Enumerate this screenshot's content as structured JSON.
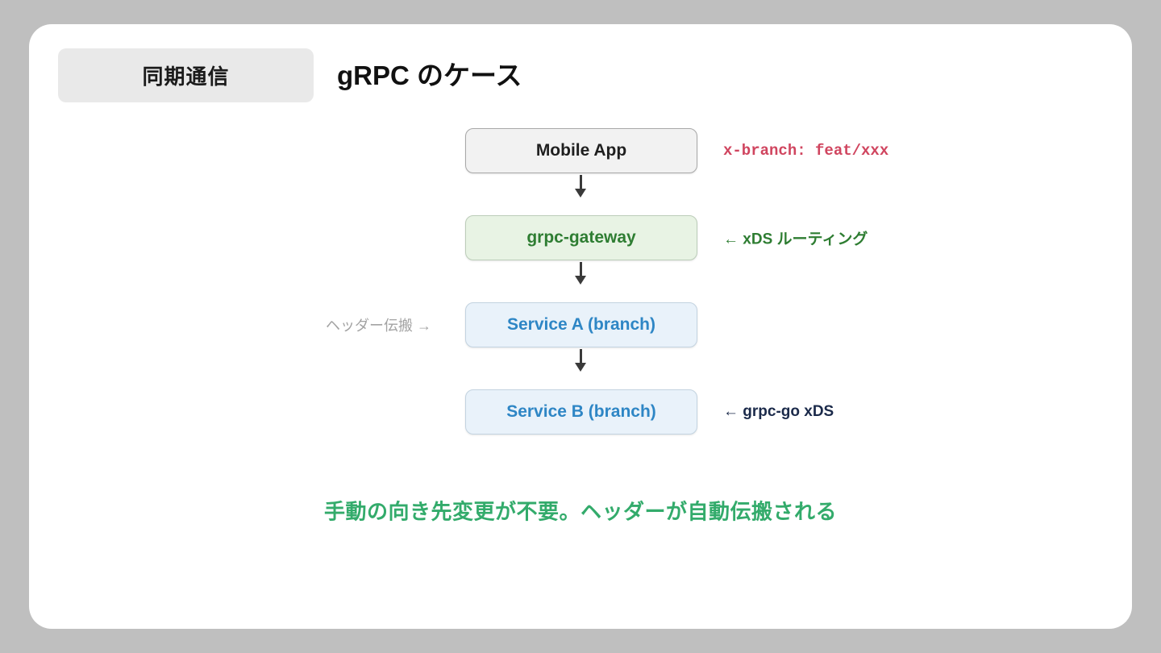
{
  "slide": {
    "badge_label": "同期通信",
    "title": "gRPC のケース",
    "footer_note": "手動の向き先変更が不要。ヘッダーが自動伝搬される"
  },
  "flow": {
    "nodes": [
      {
        "label": "Mobile App",
        "variant": "gray"
      },
      {
        "label": "grpc-gateway",
        "variant": "green"
      },
      {
        "label": "Service A (branch)",
        "variant": "blue"
      },
      {
        "label": "Service B (branch)",
        "variant": "blue"
      }
    ],
    "annotations": {
      "request_header": "x-branch: feat/xxx",
      "gateway_routing": "← xDS ルーティング",
      "service_b_xds": "← grpc-go xDS",
      "header_propagation": "ヘッダー伝搬 →"
    }
  },
  "colors": {
    "background": "#bfbfbf",
    "card": "#ffffff",
    "badge_bg": "#e9e9e9",
    "node_gray_bg": "#f2f2f2",
    "node_green_bg": "#e8f3e4",
    "node_blue_bg": "#e9f2fa",
    "accent_green": "#2e7d32",
    "accent_blue": "#2e86c5",
    "accent_red": "#d0455f",
    "accent_navy": "#1b2a4a",
    "footer_green": "#33ab6b",
    "muted_gray": "#a3a3a3",
    "arrow": "#3a3a3a"
  }
}
